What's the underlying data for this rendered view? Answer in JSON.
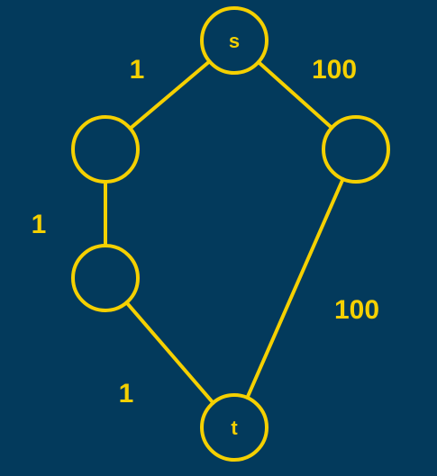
{
  "colors": {
    "background": "#033a5c",
    "accent": "#f5d000"
  },
  "nodes": [
    {
      "id": "s",
      "label": "s"
    },
    {
      "id": "left-upper",
      "label": ""
    },
    {
      "id": "right",
      "label": ""
    },
    {
      "id": "left-lower",
      "label": ""
    },
    {
      "id": "t",
      "label": "t"
    }
  ],
  "edges": [
    {
      "from": "s",
      "to": "left-upper",
      "weight": "1"
    },
    {
      "from": "s",
      "to": "right",
      "weight": "100"
    },
    {
      "from": "left-upper",
      "to": "left-lower",
      "weight": "1"
    },
    {
      "from": "right",
      "to": "t",
      "weight": "100"
    },
    {
      "from": "left-lower",
      "to": "t",
      "weight": "1"
    }
  ]
}
